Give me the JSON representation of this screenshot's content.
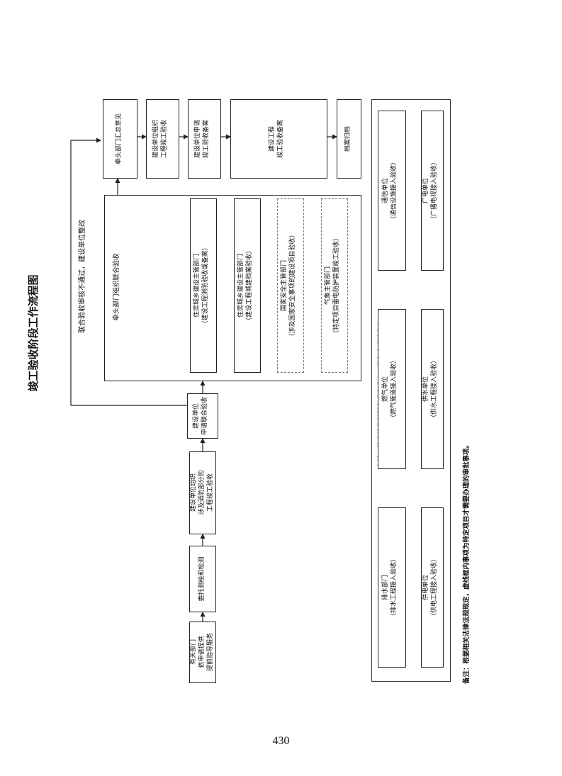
{
  "page_title": "竣工验收阶段工作流程图",
  "feedback_label": "联合验收审核不通过，建设单位整改",
  "flow": {
    "step1": "有关部门\n依申请提供\n提前指导服务",
    "step2": "委托测绘和检测",
    "step3": "建设单位组织\n涉及消防部分的\n工程竣工验收",
    "step4": "建设单位\n申请联合验收",
    "step5": "牵头部门汇总意见",
    "step6": "建设单位组织\n工程竣工验收",
    "step7": "建设单位申请\n竣工验收备案",
    "step8": "建设工程\n竣工验收备案",
    "step9": "档案归档"
  },
  "joint_acceptance": {
    "title": "牵头部门组织联合验收",
    "dept1": "住房城乡建设主管部门\n（建设工程消防验收或备案）",
    "dept2": "住房城乡建设主管部门\n（建设工程城建档案验收）",
    "dept3": "国家安全主管部门\n（涉及国家安全事项的建设项目验收）",
    "dept4": "气象主管部门\n（特定项目雷电防护装置竣工验收）"
  },
  "utilities": {
    "title": "在竣工验收阶段并联办理市政公用服务事项验收接入",
    "u1": "排水部门\n（排水工程接入验收）",
    "u2": "燃气单位\n（燃气管道接入验收）",
    "u3": "通信单位\n（通信设施接入验收）",
    "u4": "供电单位\n（供电工程接入验收）",
    "u5": "供水单位\n（供水工程接入验收）",
    "u6": "广电单位\n（广播电视接入验收）"
  },
  "note": "备注：根据相关法律法规规定，虚线框内事项为特定项目才需要办理的审批事项。",
  "page_number": "430"
}
